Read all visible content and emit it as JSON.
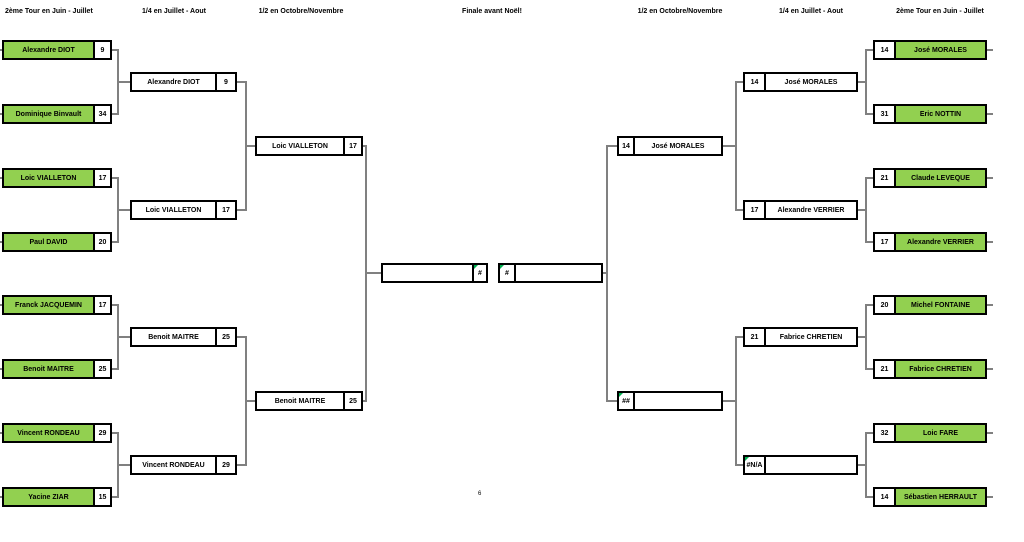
{
  "headers": {
    "col1": "2ème Tour en Juin - Juillet",
    "col2": "1/4 en Juillet - Aout",
    "col3": "1/2 en Octobre/Novembre",
    "col4": "Finale avant Noël!",
    "col5": "1/2 en Octobre/Novembre",
    "col6": "1/4 en Juillet - Aout",
    "col7": "2ème Tour en Juin - Juillet"
  },
  "footer": {
    "page_number": "6"
  },
  "colors": {
    "winner_fill": "#92D050",
    "connector_gray": "#808080",
    "border_black": "#000000",
    "error_indicator_green": "#00B050"
  },
  "bracket": {
    "left_r16": [
      {
        "name": "Alexandre DIOT",
        "score": "9"
      },
      {
        "name": "Dominique Binvault",
        "score": "34"
      },
      {
        "name": "Loic VIALLETON",
        "score": "17"
      },
      {
        "name": "Paul DAVID",
        "score": "20"
      },
      {
        "name": "Franck JACQUEMIN",
        "score": "17"
      },
      {
        "name": "Benoit MAITRE",
        "score": "25"
      },
      {
        "name": "Vincent RONDEAU",
        "score": "29"
      },
      {
        "name": "Yacine ZIAR",
        "score": "15"
      }
    ],
    "left_qf": [
      {
        "name": "Alexandre DIOT",
        "score": "9"
      },
      {
        "name": "Loic VIALLETON",
        "score": "17"
      },
      {
        "name": "Benoit MAITRE",
        "score": "25"
      },
      {
        "name": "Vincent RONDEAU",
        "score": "29"
      }
    ],
    "left_sf": [
      {
        "name": "Loic VIALLETON",
        "score": "17"
      },
      {
        "name": "Benoit MAITRE",
        "score": "25"
      }
    ],
    "final": {
      "left": {
        "name": "",
        "score": "#"
      },
      "right": {
        "name": "",
        "score": "#"
      }
    },
    "right_sf": [
      {
        "name": "José MORALES",
        "score": "14"
      },
      {
        "name": "",
        "score": "##"
      }
    ],
    "right_qf": [
      {
        "name": "José MORALES",
        "score": "14"
      },
      {
        "name": "Alexandre VERRIER",
        "score": "17"
      },
      {
        "name": "Fabrice CHRETIEN",
        "score": "21"
      },
      {
        "name": "",
        "score": "#N/A"
      }
    ],
    "right_r16": [
      {
        "name": "José MORALES",
        "score": "14"
      },
      {
        "name": "Eric NOTTIN",
        "score": "31"
      },
      {
        "name": "Claude LEVEQUE",
        "score": "21"
      },
      {
        "name": "Alexandre VERRIER",
        "score": "17"
      },
      {
        "name": "Michel FONTAINE",
        "score": "20"
      },
      {
        "name": "Fabrice CHRETIEN",
        "score": "21"
      },
      {
        "name": "Loic FARE",
        "score": "32"
      },
      {
        "name": "Sébastien HERRAULT",
        "score": "14"
      }
    ]
  }
}
